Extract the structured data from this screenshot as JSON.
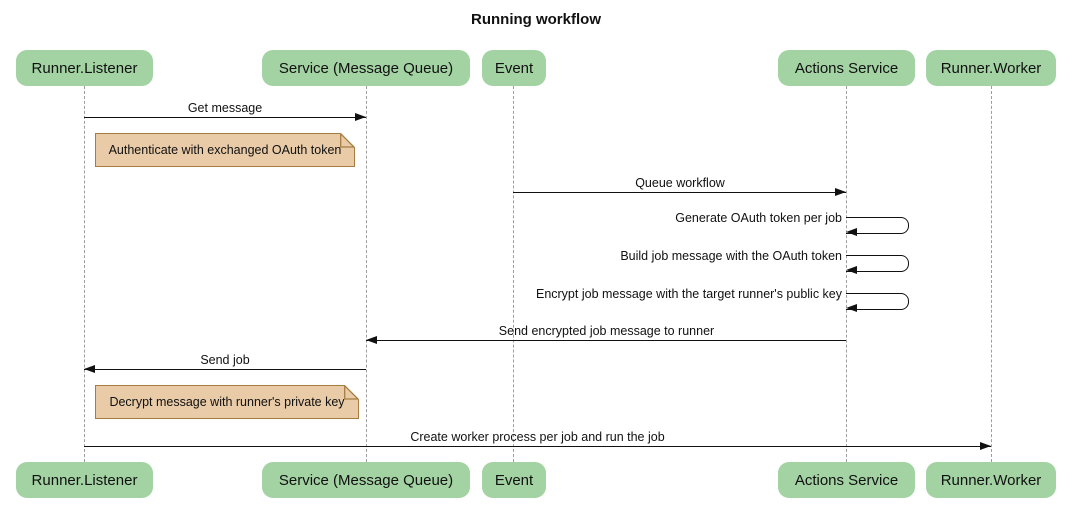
{
  "title": "Running workflow",
  "colors": {
    "background": "#ffffff",
    "text": "#111111",
    "line": "#111111",
    "lifeline": "#9e9e9e",
    "participant_fill": "#a3d2a3",
    "note_fill": "#e9cba7",
    "note_border": "#a67c41"
  },
  "participants": [
    {
      "label": "Runner.Listener"
    },
    {
      "label": "Service (Message Queue)"
    },
    {
      "label": "Event"
    },
    {
      "label": "Actions Service"
    },
    {
      "label": "Runner.Worker"
    }
  ],
  "messages": [
    {
      "label": "Get message",
      "from": "Runner.Listener",
      "to": "Service (Message Queue)",
      "type": "solid-arrow"
    },
    {
      "label": "Queue workflow",
      "from": "Event",
      "to": "Actions Service",
      "type": "solid-arrow"
    },
    {
      "label": "Generate OAuth token per job",
      "from": "Actions Service",
      "to": "Actions Service",
      "type": "self"
    },
    {
      "label": "Build job message with the OAuth token",
      "from": "Actions Service",
      "to": "Actions Service",
      "type": "self"
    },
    {
      "label": "Encrypt job message with the target runner's public key",
      "from": "Actions Service",
      "to": "Actions Service",
      "type": "self"
    },
    {
      "label": "Send encrypted job message to runner",
      "from": "Actions Service",
      "to": "Service (Message Queue)",
      "type": "solid-arrow"
    },
    {
      "label": "Send job",
      "from": "Service (Message Queue)",
      "to": "Runner.Listener",
      "type": "solid-arrow"
    },
    {
      "label": "Create worker process per job and run the job",
      "from": "Runner.Listener",
      "to": "Runner.Worker",
      "type": "solid-arrow"
    }
  ],
  "notes": [
    {
      "text": "Authenticate with exchanged OAuth token",
      "over": "Runner.Listener"
    },
    {
      "text": "Decrypt message with runner's private key",
      "over": "Runner.Listener"
    }
  ]
}
